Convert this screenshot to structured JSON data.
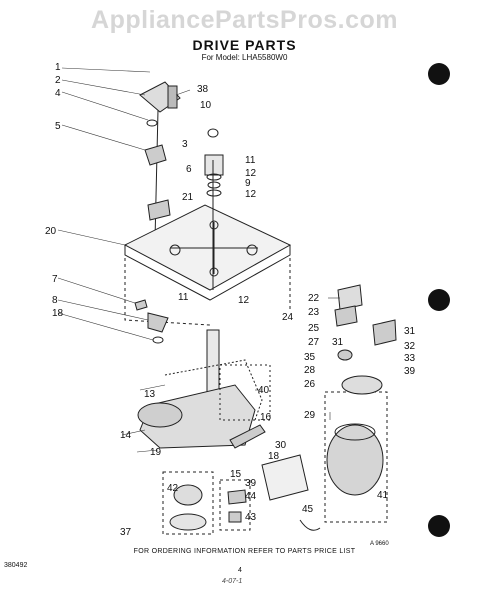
{
  "watermark": "AppliancePartsPros.com",
  "title": "DRIVE PARTS",
  "subtitle": "For Model: LHA5580W0",
  "footer_note": "FOR ORDERING INFORMATION REFER TO PARTS PRICE LIST",
  "doc_code": "380492",
  "page_number": "4",
  "scribble": "4-07-1",
  "ref_code": "A 9660",
  "callouts": [
    "1",
    "2",
    "4",
    "5",
    "3",
    "6",
    "21",
    "38",
    "10",
    "11",
    "12",
    "9",
    "12",
    "20",
    "7",
    "8",
    "18",
    "11",
    "12",
    "24",
    "22",
    "23",
    "25",
    "27",
    "31",
    "35",
    "28",
    "26",
    "29",
    "31",
    "32",
    "33",
    "39",
    "13",
    "40",
    "14",
    "19",
    "16",
    "18",
    "30",
    "15",
    "39",
    "44",
    "42",
    "43",
    "37",
    "45",
    "41"
  ]
}
